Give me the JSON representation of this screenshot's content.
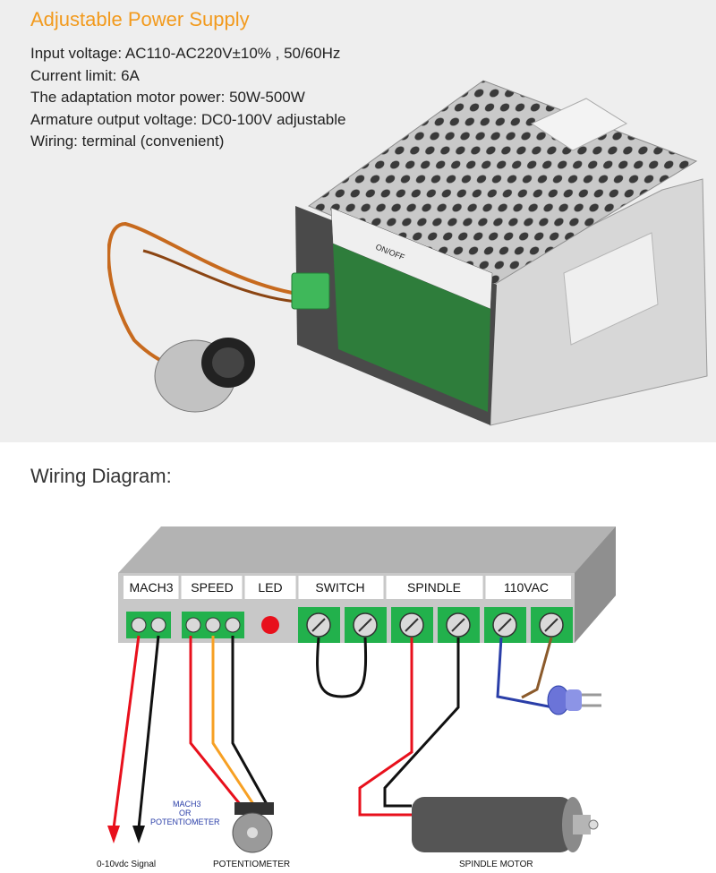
{
  "header": {
    "title": "Adjustable Power Supply",
    "specs": [
      "Input voltage: AC110-AC220V±10% , 50/60Hz",
      "Current limit: 6A",
      "The adaptation motor power: 50W-500W",
      "Armature output voltage: DC0-100V adjustable",
      "Wiring: terminal (convenient)"
    ]
  },
  "photo": {
    "label_onoff": "ON/OFF"
  },
  "wiring": {
    "title": "Wiring Diagram:",
    "sections": [
      "MACH3",
      "SPEED",
      "LED",
      "SWITCH",
      "SPINDLE",
      "110VAC"
    ],
    "labels": {
      "signal": "0-10vdc Signal",
      "mach3_or_pot_line1": "MACH3",
      "mach3_or_pot_line2": "OR",
      "mach3_or_pot_line3": "POTENTIOMETER",
      "potentiometer": "POTENTIOMETER",
      "spindle_motor": "SPINDLE MOTOR"
    },
    "colors": {
      "terminal_green": "#22b14c",
      "led_red": "#e8101c",
      "wire_red": "#e8101c",
      "wire_orange": "#f7a023",
      "wire_black": "#111111",
      "wire_blue": "#2a3ea8",
      "wire_brown": "#8b5a2b",
      "annotation_blue": "#2a3ea8"
    }
  }
}
